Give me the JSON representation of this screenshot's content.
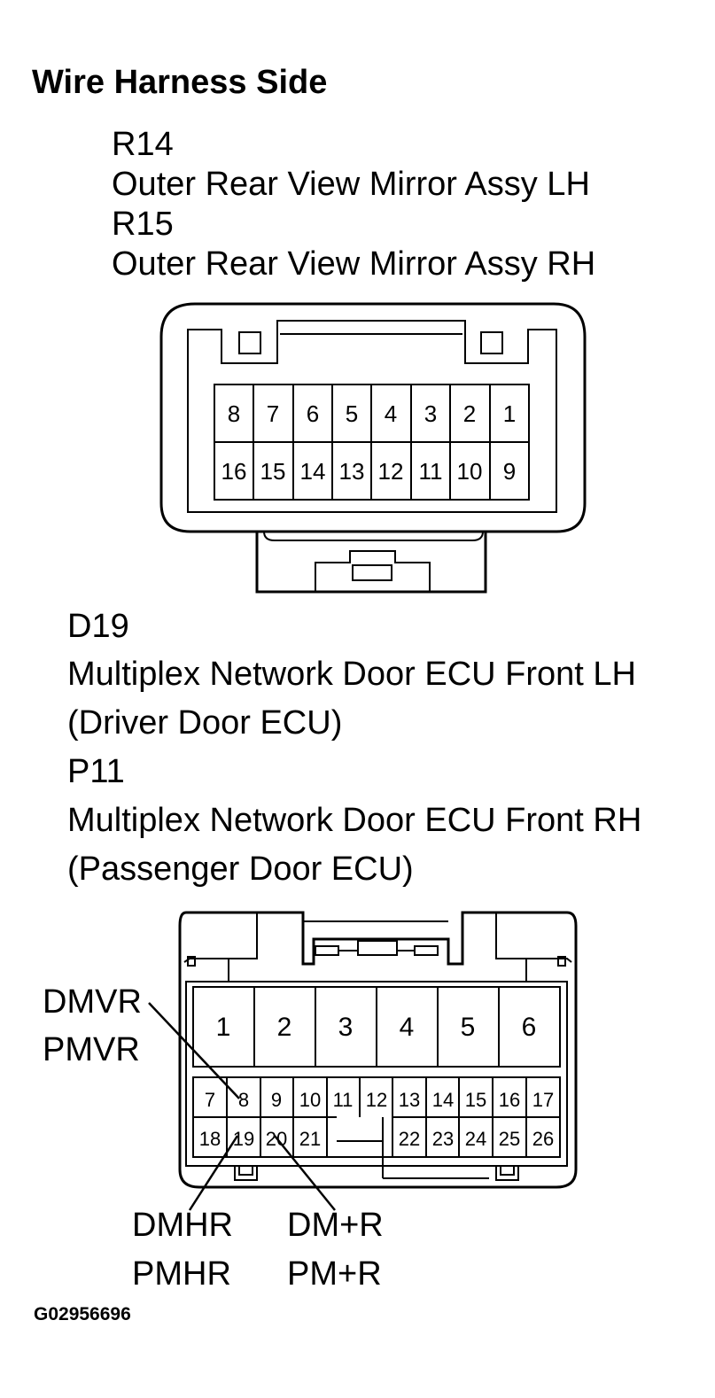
{
  "heading": "Wire Harness Side",
  "connector_a": {
    "lines": [
      "R14",
      "Outer Rear View Mirror Assy LH",
      "R15",
      "Outer Rear View Mirror Assy RH"
    ],
    "pins_top": [
      "8",
      "7",
      "6",
      "5",
      "4",
      "3",
      "2",
      "1"
    ],
    "pins_bottom": [
      "16",
      "15",
      "14",
      "13",
      "12",
      "11",
      "10",
      "9"
    ]
  },
  "connector_b": {
    "lines": [
      "D19",
      "Multiplex Network Door ECU Front LH",
      "(Driver Door ECU)",
      "P11",
      "Multiplex Network Door ECU Front RH",
      "(Passenger Door ECU)"
    ],
    "pins_large": [
      "1",
      "2",
      "3",
      "4",
      "5",
      "6"
    ],
    "pins_row1": [
      "7",
      "8",
      "9",
      "10",
      "11",
      "12",
      "13",
      "14",
      "15",
      "16",
      "17"
    ],
    "pins_row2_left": [
      "18",
      "19",
      "20",
      "21"
    ],
    "pins_row2_right": [
      "22",
      "23",
      "24",
      "25",
      "26"
    ],
    "callouts": {
      "left_top": "DMVR",
      "left_bottom": "PMVR",
      "bottom_left_top": "DMHR",
      "bottom_left_bottom": "PMHR",
      "bottom_right_top": "DM+R",
      "bottom_right_bottom": "PM+R"
    }
  },
  "figure_code": "G02956696"
}
